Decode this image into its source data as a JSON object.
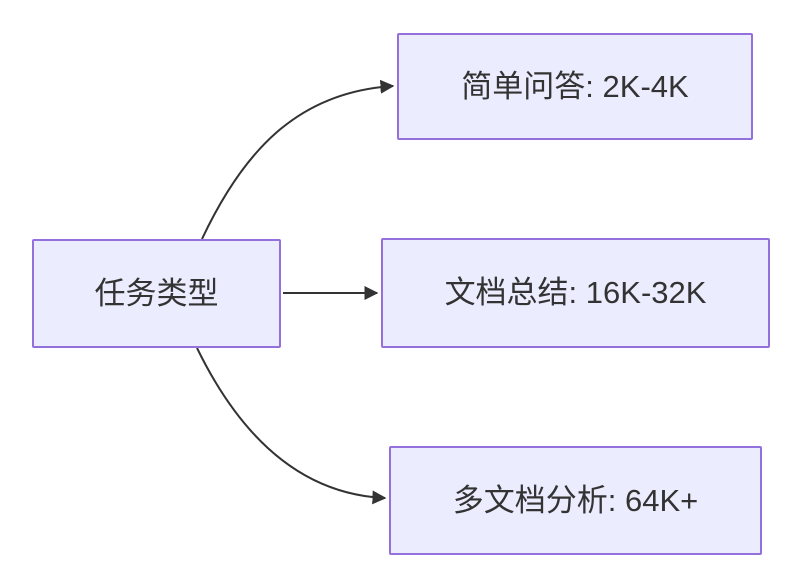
{
  "colors": {
    "background": "#ffffff",
    "node-fill": "#ECECFF",
    "node-border": "#9370DB",
    "edge-color": "#333333",
    "text-color": "#333333"
  },
  "diagram": {
    "type": "flowchart",
    "direction": "left-to-right",
    "root": {
      "label": "任务类型"
    },
    "children": [
      {
        "label": "简单问答: 2K-4K"
      },
      {
        "label": "文档总结: 16K-32K"
      },
      {
        "label": "多文档分析: 64K+"
      }
    ],
    "edges": [
      {
        "from": "任务类型",
        "to": "简单问答: 2K-4K"
      },
      {
        "from": "任务类型",
        "to": "文档总结: 16K-32K"
      },
      {
        "from": "任务类型",
        "to": "多文档分析: 64K+"
      }
    ]
  }
}
